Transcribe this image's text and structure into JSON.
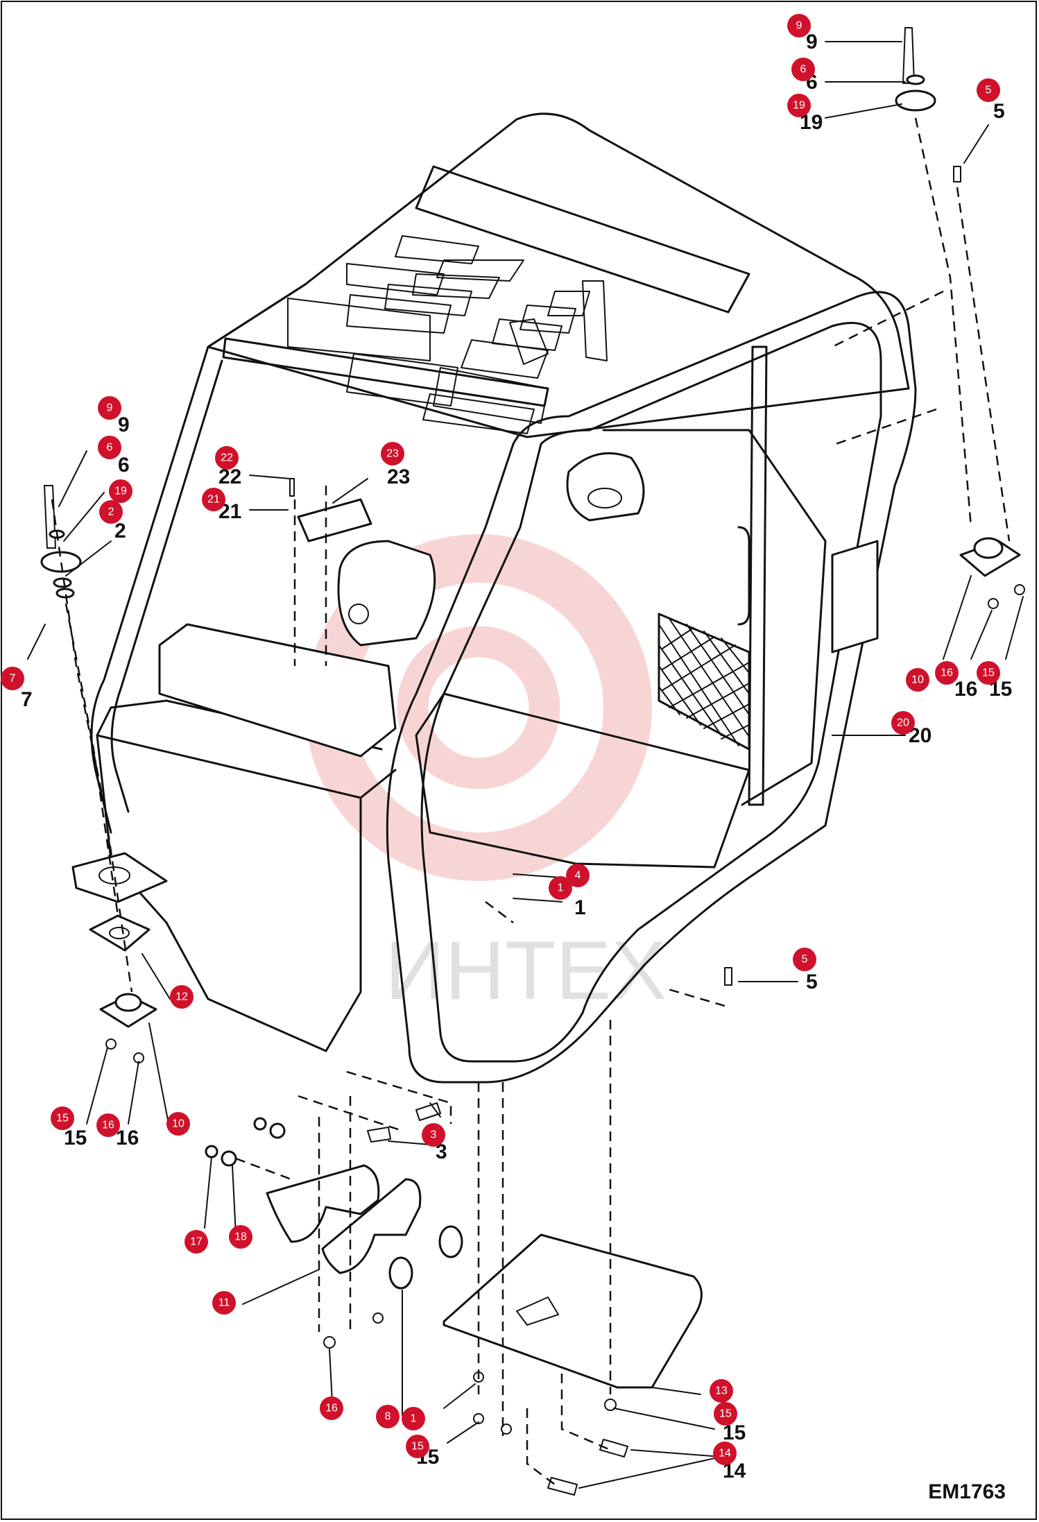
{
  "drawing_code": "EM1763",
  "watermark_text": "ИНТЕХ",
  "accent_color": "#d0112b",
  "callouts": [
    {
      "id": "c9a",
      "num": "9"
    },
    {
      "id": "c6a",
      "num": "6"
    },
    {
      "id": "c19a",
      "num": "19"
    },
    {
      "id": "c5a",
      "num": "5"
    },
    {
      "id": "c9b",
      "num": "9"
    },
    {
      "id": "c6b",
      "num": "6"
    },
    {
      "id": "c19b",
      "num": "19"
    },
    {
      "id": "c2",
      "num": "2"
    },
    {
      "id": "c22",
      "num": "22"
    },
    {
      "id": "c23",
      "num": "23"
    },
    {
      "id": "c21",
      "num": "21"
    },
    {
      "id": "c7",
      "num": "7"
    },
    {
      "id": "c10a",
      "num": "10"
    },
    {
      "id": "c16a",
      "num": "16"
    },
    {
      "id": "c15a",
      "num": "15"
    },
    {
      "id": "c20",
      "num": "20"
    },
    {
      "id": "c4",
      "num": "4"
    },
    {
      "id": "c1a",
      "num": "1"
    },
    {
      "id": "c5b",
      "num": "5"
    },
    {
      "id": "c12",
      "num": "12"
    },
    {
      "id": "c15b",
      "num": "15"
    },
    {
      "id": "c16b",
      "num": "16"
    },
    {
      "id": "c10b",
      "num": "10"
    },
    {
      "id": "c3",
      "num": "3"
    },
    {
      "id": "c17",
      "num": "17"
    },
    {
      "id": "c18",
      "num": "18"
    },
    {
      "id": "c11",
      "num": "11"
    },
    {
      "id": "c13",
      "num": "13"
    },
    {
      "id": "c15c",
      "num": "15"
    },
    {
      "id": "c14",
      "num": "14"
    },
    {
      "id": "c16c",
      "num": "16"
    },
    {
      "id": "c8",
      "num": "8"
    },
    {
      "id": "c1b",
      "num": "1"
    },
    {
      "id": "c15d",
      "num": "15"
    }
  ],
  "labels": [
    {
      "id": "l9a",
      "num": "9"
    },
    {
      "id": "l6a",
      "num": "6"
    },
    {
      "id": "l19a",
      "num": "19"
    },
    {
      "id": "l5a",
      "num": "5"
    },
    {
      "id": "l9b",
      "num": "9"
    },
    {
      "id": "l6b",
      "num": "6"
    },
    {
      "id": "l2",
      "num": "2"
    },
    {
      "id": "l22",
      "num": "22"
    },
    {
      "id": "l23",
      "num": "23"
    },
    {
      "id": "l21",
      "num": "21"
    },
    {
      "id": "l7",
      "num": "7"
    },
    {
      "id": "l16a",
      "num": "16"
    },
    {
      "id": "l15a",
      "num": "15"
    },
    {
      "id": "l20",
      "num": "20"
    },
    {
      "id": "l1a",
      "num": "1"
    },
    {
      "id": "l5b",
      "num": "5"
    },
    {
      "id": "l15b",
      "num": "15"
    },
    {
      "id": "l16b",
      "num": "16"
    },
    {
      "id": "l3",
      "num": "3"
    },
    {
      "id": "l14",
      "num": "14"
    },
    {
      "id": "l15c",
      "num": "15"
    },
    {
      "id": "l15d",
      "num": "15"
    }
  ]
}
